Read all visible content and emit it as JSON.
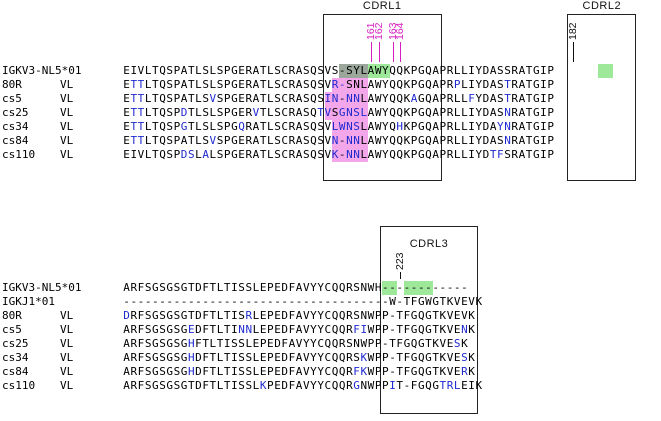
{
  "colors": {
    "mutation": "#1f2ad0",
    "highlight_green": "#9ee89a",
    "highlight_gray": "#9aa79a",
    "highlight_pink": "#f3a6ea",
    "label_magenta": "#d61fc0",
    "box_line": "#222222"
  },
  "panel1": {
    "regions": [
      {
        "label": "CDRL1",
        "start": 28,
        "end": 43
      },
      {
        "label": "CDRL2",
        "start": 62,
        "end": 70
      }
    ],
    "numbers": [
      {
        "text": "161",
        "col": 34,
        "color": "magenta"
      },
      {
        "text": "162",
        "col": 35,
        "color": "magenta"
      },
      {
        "text": "163",
        "col": 37,
        "color": "magenta"
      },
      {
        "text": "164",
        "col": 38,
        "color": "magenta"
      },
      {
        "text": "182",
        "col": 62,
        "color": "black"
      }
    ],
    "rows": [
      {
        "name": "IGKV3-NL5*01",
        "type": "",
        "seq": "EIVLTQSPATLSLSPGERATLSCRASQSVS-SYLAWYQQKPGQAPRLLIYDASSRATGIP",
        "mut": [],
        "green": [
          30,
          31,
          32,
          33,
          34,
          35,
          36
        ],
        "gray": [
          30,
          31,
          32,
          33
        ],
        "greenb": [
          66,
          67
        ]
      },
      {
        "name": "80R",
        "type": "VL",
        "seq": "ETTLTQSPATLSLSPGERATLSCRASQSVR-SNLAWYQQKPGQAPRPLIYDASTRATGIP",
        "mut": [
          1,
          2,
          29,
          30,
          46,
          53
        ],
        "pink": [
          29,
          30,
          31,
          32,
          33
        ]
      },
      {
        "name": "cs5",
        "type": "VL",
        "seq": "ETTLTQSPATLSVSPGERATLSCRASQSIN-NNLAWYQQKAGQAPRLLFYDASTRATGIP",
        "mut": [
          1,
          2,
          12,
          28,
          29,
          31,
          32,
          40,
          48,
          53
        ],
        "pink": [
          28,
          29,
          30,
          31,
          32,
          33
        ]
      },
      {
        "name": "cs25",
        "type": "VL",
        "seq": "ETTLTQSPDTLSLSPGERVTLSCRASQTVSGNSLAWYQQKPGQAPRLLIYDASNRATGIP",
        "mut": [
          1,
          2,
          8,
          18,
          27,
          28,
          30,
          31,
          32,
          33,
          53
        ],
        "pink": [
          28,
          29,
          30,
          31,
          32,
          33
        ]
      },
      {
        "name": "cs34",
        "type": "VL",
        "seq": "ETTLTQSPGTLSLSPGQRATLSCRASQSVLWNSLAWYQHKPGQAPRLLIYDAYNRATGIP",
        "mut": [
          1,
          2,
          8,
          16,
          29,
          30,
          31,
          32,
          38,
          52,
          53
        ],
        "pink": [
          29,
          30,
          31,
          32,
          33
        ]
      },
      {
        "name": "cs84",
        "type": "VL",
        "seq": "ETTLTQSPATLSVSPGERATLSCRASQSVN-NNLAWYQQKPGQAPRLLIYDASNRATGIP",
        "mut": [
          1,
          2,
          12,
          29,
          31,
          32,
          53
        ],
        "pink": [
          29,
          30,
          31,
          32,
          33
        ]
      },
      {
        "name": "cs110",
        "type": "VL",
        "seq": "EIVLTQSPDSLALSPGERATLSCRASQSVK-NNLAWYQQKPGQAPRLLIYDTFSRATGIP",
        "mut": [
          8,
          9,
          11,
          29,
          31,
          32,
          51,
          52
        ],
        "pink": [
          29,
          30,
          31,
          32,
          33
        ]
      }
    ]
  },
  "panel2": {
    "regions": [
      {
        "label": "CDRL3",
        "start": 36,
        "end": 48
      }
    ],
    "numbers": [
      {
        "text": "223",
        "col": 38,
        "color": "black"
      }
    ],
    "rows": [
      {
        "name": "IGKV3-NL5*01",
        "type": "",
        "seq": "ARFSGSGSGTDFTLTISSLEPEDFAVYYCQQRSNWH------------",
        "mut": [],
        "green": [
          36,
          37,
          39,
          40,
          41,
          42
        ]
      },
      {
        "name": "IGKJ1*01",
        "type": "",
        "seq": "-------------------------------------W-TFGWGTKVEVK",
        "mut": []
      },
      {
        "name": "80R",
        "type": "VL",
        "seq": "DRFSGSGSGTDFTLTISRLEPEDFAVYYCQQRSNWPP-TFGQGTKVEVK",
        "mut": [
          0,
          17
        ]
      },
      {
        "name": "cs5",
        "type": "VL",
        "seq": "ARFSGSGSGEDFTLTINNLEPEDFAVYYCQQRFIWPP-TFGQGTKVENK",
        "mut": [
          9,
          16,
          17,
          32,
          33,
          47
        ]
      },
      {
        "name": "cs25",
        "type": "VL",
        "seq": "ARFSGSGSGHFTLTISSLEPEDFAVYYCQQRSNWPP-TFGQGTKVESK",
        "mut": [
          9,
          46
        ]
      },
      {
        "name": "cs34",
        "type": "VL",
        "seq": "ARFSGSGSGHDFTLTISSLEPEDFAVYYCQQRSKWPP-TFGQGTKVESK",
        "mut": [
          9,
          33,
          47
        ]
      },
      {
        "name": "cs84",
        "type": "VL",
        "seq": "ARFSGSGSGHDFTLTISSLEPEDFAVYYCQQRFKWPP-TFGQGTKVERK",
        "mut": [
          9,
          32,
          33,
          47
        ]
      },
      {
        "name": "cs110",
        "type": "VL",
        "seq": "ARFSGSGSGTDFTLTISSLKPEDFAVYYCQQRGNWPPIT-FGQGTRLEIK",
        "mut": [
          19,
          32,
          37,
          44,
          45,
          46
        ]
      }
    ]
  }
}
